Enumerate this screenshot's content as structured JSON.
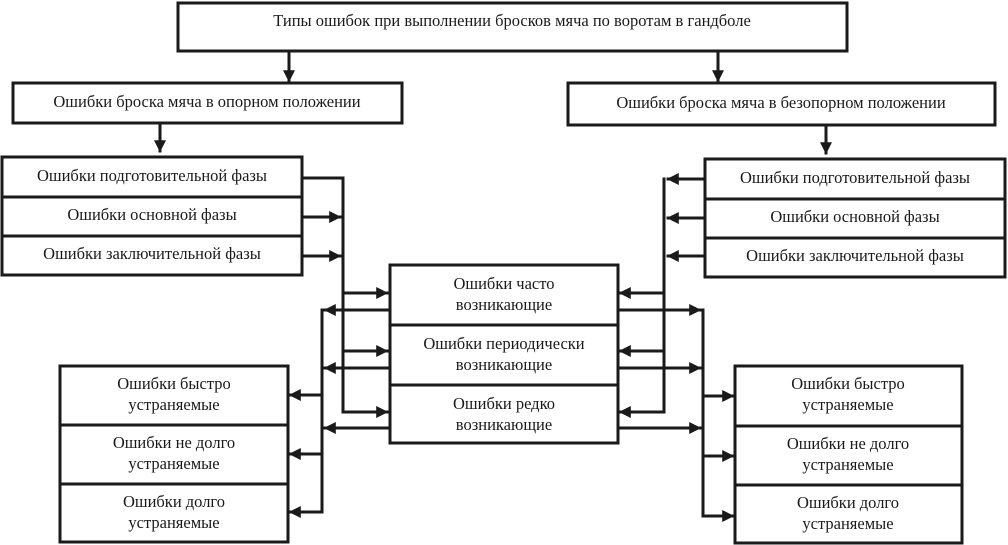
{
  "root": {
    "text": "Типы ошибок при выполнении бросков мяча по воротам в гандболе"
  },
  "left_branch": {
    "title": "Ошибки броска мяча в опорном положении",
    "phases": [
      "Ошибки подготовительной фазы",
      "Ошибки основной фазы",
      "Ошибки заключительной фазы"
    ]
  },
  "right_branch": {
    "title": "Ошибки броска мяча в безопорном положении",
    "phases": [
      "Ошибки подготовительной фазы",
      "Ошибки основной фазы",
      "Ошибки заключительной фазы"
    ]
  },
  "frequency": [
    [
      "Ошибки часто",
      "возникающие"
    ],
    [
      "Ошибки периодически",
      "возникающие"
    ],
    [
      "Ошибки редко",
      "возникающие"
    ]
  ],
  "elimination_left": [
    [
      "Ошибки быстро",
      "устраняемые"
    ],
    [
      "Ошибки не долго",
      "устраняемые"
    ],
    [
      "Ошибки долго",
      "устраняемые"
    ]
  ],
  "elimination_right": [
    [
      "Ошибки быстро",
      "устраняемые"
    ],
    [
      "Ошибки не долго",
      "устраняемые"
    ],
    [
      "Ошибки долго",
      "устраняемые"
    ]
  ]
}
